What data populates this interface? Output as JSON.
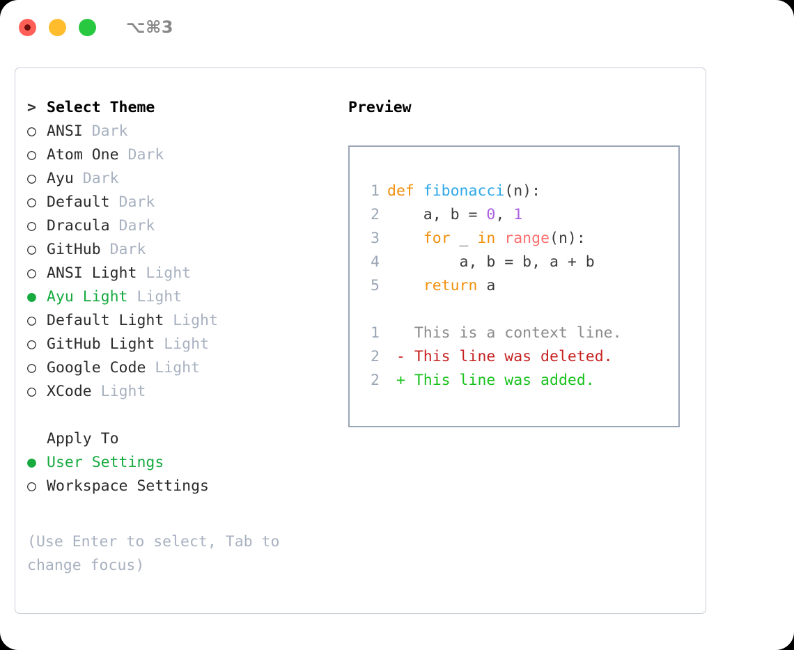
{
  "titlebar": {
    "close_label": "",
    "minimize_label": "",
    "maximize_label": "",
    "shortcut": "⌥⌘3"
  },
  "theme_section": {
    "header_marker": ">",
    "header_label": "Select Theme",
    "items": [
      {
        "marker": "○",
        "name": "ANSI",
        "variant": "Dark",
        "selected": false
      },
      {
        "marker": "○",
        "name": "Atom One",
        "variant": "Dark",
        "selected": false
      },
      {
        "marker": "○",
        "name": "Ayu",
        "variant": "Dark",
        "selected": false
      },
      {
        "marker": "○",
        "name": "Default",
        "variant": "Dark",
        "selected": false
      },
      {
        "marker": "○",
        "name": "Dracula",
        "variant": "Dark",
        "selected": false
      },
      {
        "marker": "○",
        "name": "GitHub",
        "variant": "Dark",
        "selected": false
      },
      {
        "marker": "○",
        "name": "ANSI Light",
        "variant": "Light",
        "selected": false
      },
      {
        "marker": "●",
        "name": "Ayu Light",
        "variant": "Light",
        "selected": true
      },
      {
        "marker": "○",
        "name": "Default Light",
        "variant": "Light",
        "selected": false
      },
      {
        "marker": "○",
        "name": "GitHub Light",
        "variant": "Light",
        "selected": false
      },
      {
        "marker": "○",
        "name": "Google Code",
        "variant": "Light",
        "selected": false
      },
      {
        "marker": "○",
        "name": "XCode",
        "variant": "Light",
        "selected": false
      }
    ]
  },
  "apply_section": {
    "header_marker": " ",
    "header_label": "Apply To",
    "items": [
      {
        "marker": "●",
        "name": "User Settings",
        "variant": "",
        "selected": true
      },
      {
        "marker": "○",
        "name": "Workspace Settings",
        "variant": "",
        "selected": false
      }
    ]
  },
  "hint": "(Use Enter to select, Tab to change focus)",
  "preview": {
    "title": "Preview",
    "code_lines": [
      {
        "no": "1",
        "tokens": [
          {
            "t": "def ",
            "c": "tok-kw"
          },
          {
            "t": "fibonacci",
            "c": "tok-fn"
          },
          {
            "t": "(n):",
            "c": "tok-plain"
          }
        ]
      },
      {
        "no": "2",
        "tokens": [
          {
            "t": "    a, b = ",
            "c": "tok-plain"
          },
          {
            "t": "0",
            "c": "tok-num"
          },
          {
            "t": ", ",
            "c": "tok-plain"
          },
          {
            "t": "1",
            "c": "tok-num"
          }
        ]
      },
      {
        "no": "3",
        "tokens": [
          {
            "t": "    for",
            "c": "tok-kw"
          },
          {
            "t": " _ ",
            "c": "tok-plain"
          },
          {
            "t": "in ",
            "c": "tok-kw"
          },
          {
            "t": "range",
            "c": "tok-builtin"
          },
          {
            "t": "(n):",
            "c": "tok-plain"
          }
        ]
      },
      {
        "no": "4",
        "tokens": [
          {
            "t": "        a, b = b, a + b",
            "c": "tok-plain"
          }
        ]
      },
      {
        "no": "5",
        "tokens": [
          {
            "t": "    return",
            "c": "tok-kw"
          },
          {
            "t": " a",
            "c": "tok-plain"
          }
        ]
      }
    ],
    "diff_lines": [
      {
        "no": "1",
        "tokens": [
          {
            "t": "   This is a context line.",
            "c": "tok-ctx"
          }
        ]
      },
      {
        "no": "2",
        "tokens": [
          {
            "t": " - This line was deleted.",
            "c": "tok-del"
          }
        ]
      },
      {
        "no": "2",
        "tokens": [
          {
            "t": " + This line was added.",
            "c": "tok-add"
          }
        ]
      }
    ]
  },
  "colors": {
    "accent_green": "#16aa3f",
    "dim_gray": "#a8b1c0",
    "keyword_orange": "#f2900d",
    "function_blue": "#2fa8e8",
    "number_purple": "#a95ee0",
    "builtin_red": "#fa6f6f",
    "diff_delete": "#c72222",
    "diff_add": "#18c21c",
    "border": "#c7ccd6",
    "preview_border": "#9aa5b5"
  }
}
